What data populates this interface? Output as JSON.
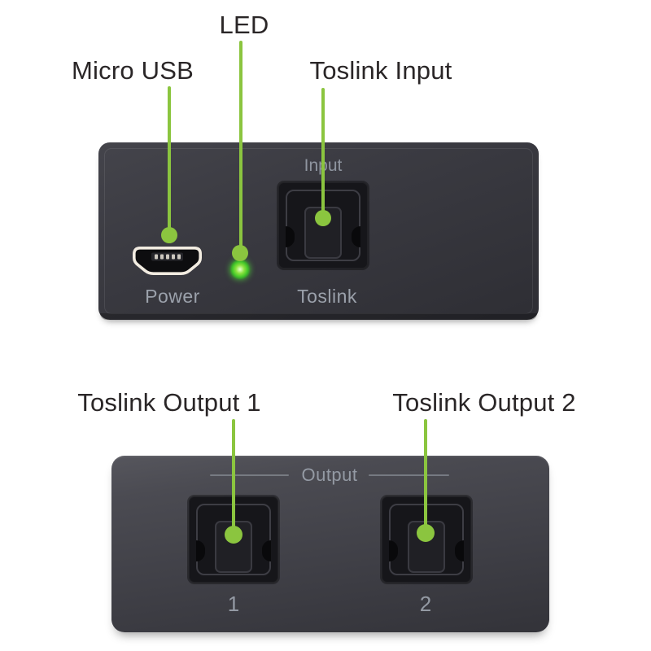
{
  "title": "Toslink optical splitter connection diagram",
  "colors": {
    "page_bg": "#ffffff",
    "pointer_green": "#8bc53f",
    "led_green": "#3fc428",
    "label_dark": "#2a2627",
    "panel_text": "#9ba1ab",
    "panel_dark_top": "#3b3b42",
    "panel_dark_bottom": "#45454c"
  },
  "callouts": {
    "micro_usb": "Micro USB",
    "led": "LED",
    "toslink_input": "Toslink Input",
    "toslink_output_1": "Toslink Output 1",
    "toslink_output_2": "Toslink Output 2"
  },
  "top_panel": {
    "input_caption": "Input",
    "power_caption": "Power",
    "toslink_caption": "Toslink"
  },
  "bottom_panel": {
    "output_caption": "Output",
    "port1_caption": "1",
    "port2_caption": "2"
  }
}
